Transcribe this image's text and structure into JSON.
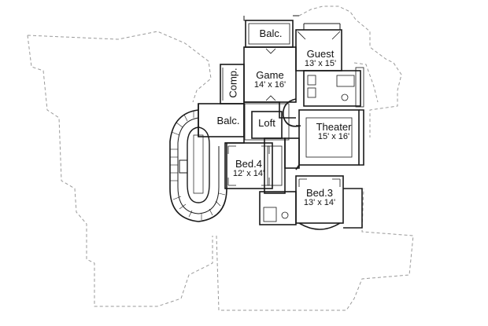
{
  "rooms": {
    "balcony_top": {
      "name": "Balc."
    },
    "game": {
      "name": "Game",
      "dim": "14' x 16'"
    },
    "guest": {
      "name": "Guest",
      "dim": "13' x 15'"
    },
    "comp": {
      "name": "Comp."
    },
    "balcony_mid": {
      "name": "Balc."
    },
    "loft": {
      "name": "Loft"
    },
    "theater": {
      "name": "Theater",
      "dim": "15' x 16'"
    },
    "bed4": {
      "name": "Bed.4",
      "dim": "12' x 14'"
    },
    "bed3": {
      "name": "Bed.3",
      "dim": "13' x 14'"
    }
  },
  "colors": {
    "wall": "#1a1a1a",
    "outline_dashed": "#9a9a9a",
    "background": "#ffffff"
  }
}
